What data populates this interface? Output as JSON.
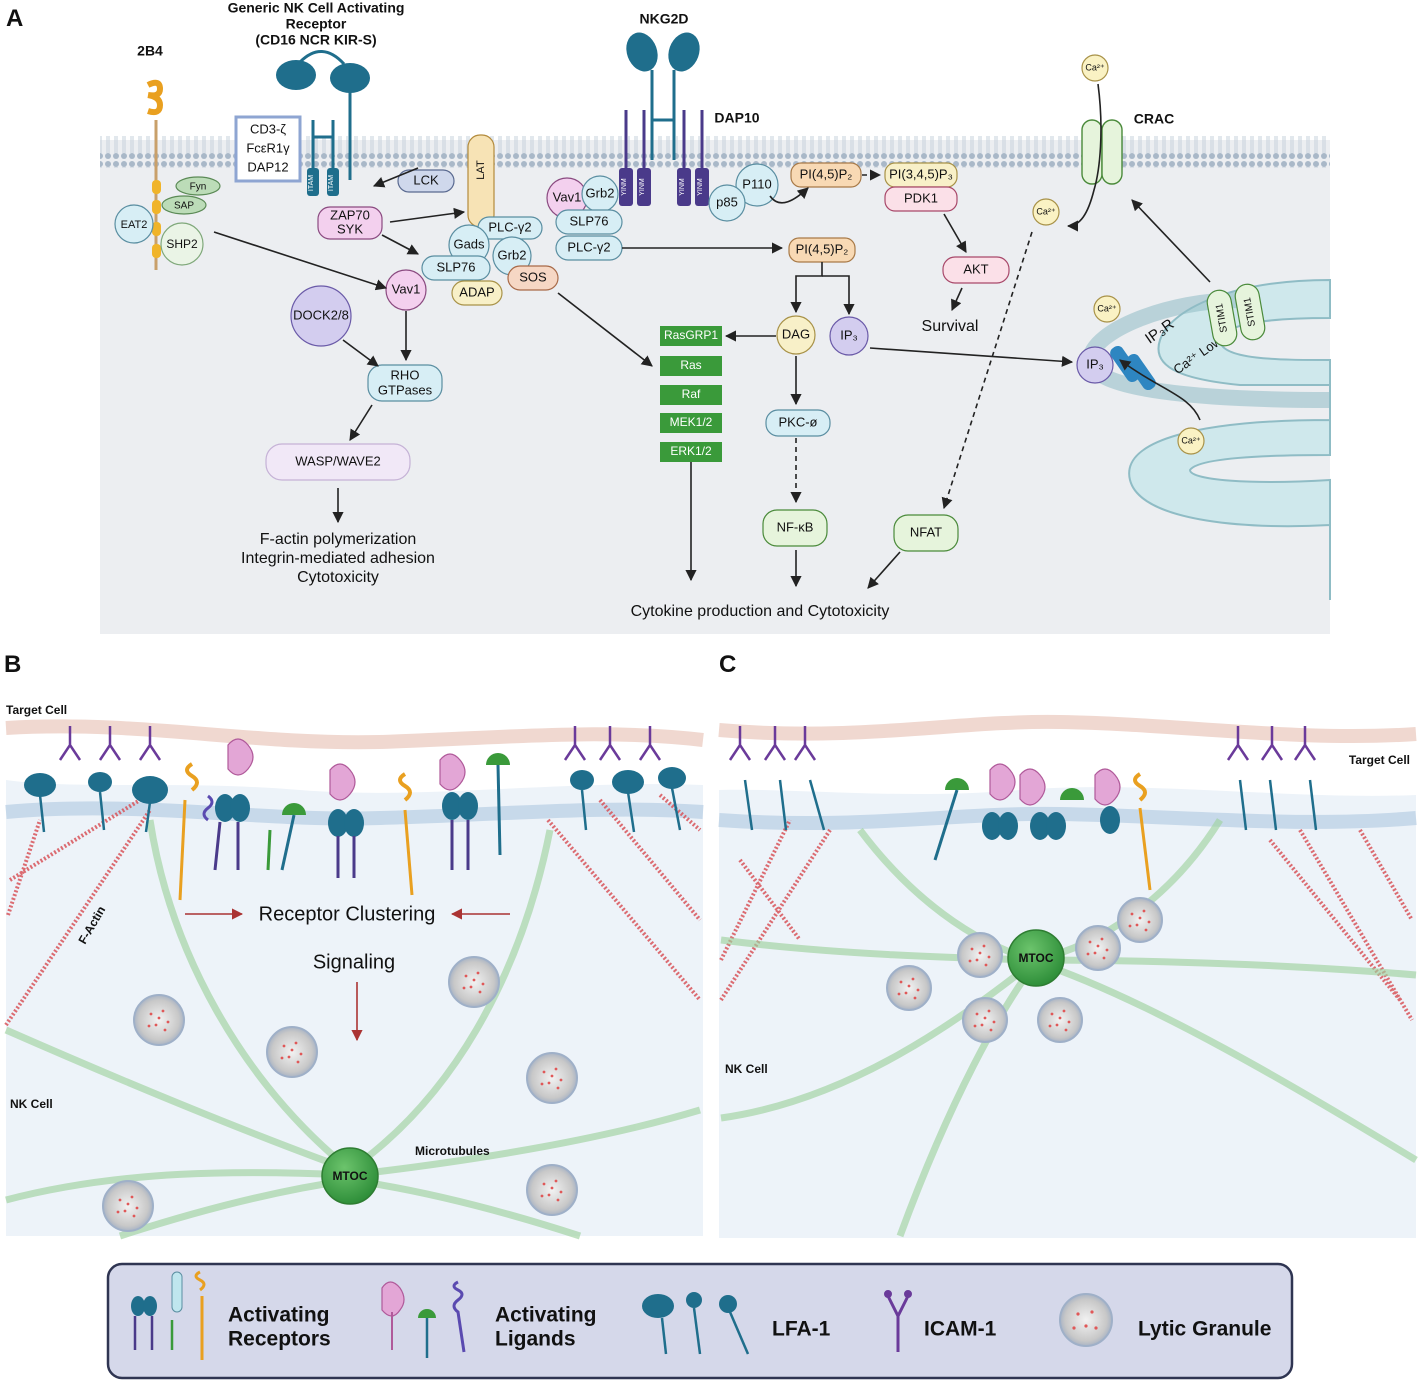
{
  "panels": {
    "a": "A",
    "b": "B",
    "c": "C"
  },
  "receptors": {
    "r2b4": "2B4",
    "generic": [
      "Generic NK Cell Activating",
      "Receptor",
      "(CD16 NCR KIR-S)"
    ],
    "nkg2d": "NKG2D",
    "dap10": "DAP10",
    "crac": "CRAC",
    "chains": [
      "CD3-ζ",
      "FcεR1γ",
      "DAP12"
    ],
    "itam": "ITAM",
    "yinm": "YINM"
  },
  "molecules": {
    "fyn": "Fyn",
    "sap": "SAP",
    "eat2": "EAT2",
    "shp2": "SHP2",
    "lck": "LCK",
    "zap70": "ZAP70",
    "syk": "SYK",
    "lat": "LAT",
    "plcg2": "PLC-γ2",
    "gads": "Gads",
    "grb2": "Grb2",
    "slp76": "SLP76",
    "sos": "SOS",
    "adap": "ADAP",
    "vav1": "Vav1",
    "dock": "DOCK2/8",
    "rho": "RHO",
    "gtpases": "GTPases",
    "wasp": "WASP/WAVE2",
    "p110": "P110",
    "p85": "p85",
    "pip2": "PI(4,5)P₂",
    "pip3": "PI(3,4,5)P₃",
    "pdk1": "PDK1",
    "akt": "AKT",
    "survival": "Survival",
    "rasgrp1": "RasGRP1",
    "ras": "Ras",
    "raf": "Raf",
    "mek": "MEK1/2",
    "erk": "ERK1/2",
    "dag": "DAG",
    "ip3": "IP₃",
    "pkc": "PKC-ø",
    "nfkb": "NF-κB",
    "nfat": "NFAT",
    "ca": "Ca²⁺",
    "ip3r": "IP₃R",
    "calow": "Ca²⁺ Low",
    "stim1": "STIM1"
  },
  "outcomes": {
    "actin": [
      "F-actin polymerization",
      "Integrin-mediated adhesion",
      "Cytotoxicity"
    ],
    "cytokine": "Cytokine production and Cytotoxicity"
  },
  "panel_b": {
    "target_cell": "Target Cell",
    "fact": "F-Actin",
    "clustering": "Receptor Clustering",
    "signaling": "Signaling",
    "nk_cell": "NK Cell",
    "microtubules": "Microtubules",
    "mtoc": "MTOC"
  },
  "panel_c": {
    "target_cell": "Target Cell",
    "nk_cell": "NK Cell",
    "mtoc": "MTOC"
  },
  "legend": {
    "activating_receptors": [
      "Activating",
      "Receptors"
    ],
    "activating_ligands": [
      "Activating",
      "Ligands"
    ],
    "lfa1": "LFA-1",
    "icam1": "ICAM-1",
    "lytic_granule": "Lytic Granule"
  },
  "colors": {
    "panel_bg": "#eceef1",
    "membrane": "#a9b8c8",
    "teal": "#1f6e8c",
    "green_box": "#3a9a3a",
    "mtoc": "#4caf50",
    "er": "#cfe8ec",
    "legend_bg": "#d5d8ea"
  }
}
